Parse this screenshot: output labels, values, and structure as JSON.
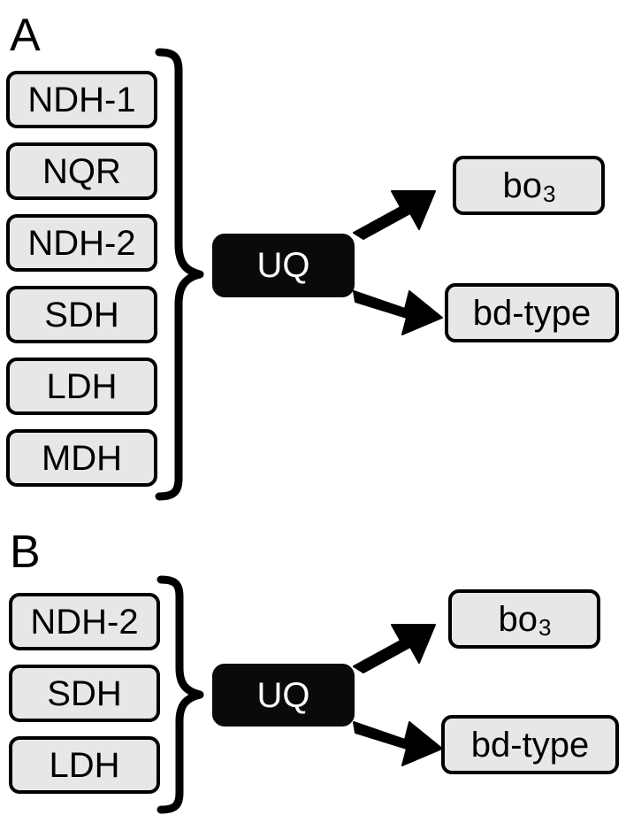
{
  "figure": {
    "type": "diagram",
    "description": "Two-panel schematic of bacterial aerobic respiratory electron transport chains converging on ubiquinone (UQ) and branching to terminal oxidases",
    "background_color": "#ffffff",
    "box_fill_color": "#e7e7e7",
    "box_border_color": "#000000",
    "hub_fill_color": "#0a0a0a",
    "hub_text_color": "#ffffff"
  },
  "panels": [
    {
      "id": "panel-a",
      "letter": "A",
      "donors": [
        {
          "label": "NDH-1"
        },
        {
          "label": "NQR"
        },
        {
          "label": "NDH-2"
        },
        {
          "label": "SDH"
        },
        {
          "label": "LDH"
        },
        {
          "label": "MDH"
        }
      ],
      "hub": {
        "label": "UQ"
      },
      "acceptors": [
        {
          "label": "bo",
          "subscript": "3"
        },
        {
          "label": "bd-type",
          "subscript": ""
        }
      ],
      "brace_name": "donor-brace",
      "arrows": [
        {
          "name": "arrow-uq-to-bo3",
          "direction": "up-right"
        },
        {
          "name": "arrow-uq-to-bd-type",
          "direction": "down-right"
        }
      ]
    },
    {
      "id": "panel-b",
      "letter": "B",
      "donors": [
        {
          "label": "NDH-2"
        },
        {
          "label": "SDH"
        },
        {
          "label": "LDH"
        }
      ],
      "hub": {
        "label": "UQ"
      },
      "acceptors": [
        {
          "label": "bo",
          "subscript": "3"
        },
        {
          "label": "bd-type",
          "subscript": ""
        }
      ],
      "brace_name": "donor-brace",
      "arrows": [
        {
          "name": "arrow-uq-to-bo3",
          "direction": "up-right"
        },
        {
          "name": "arrow-uq-to-bd-type",
          "direction": "down-right"
        }
      ]
    }
  ]
}
